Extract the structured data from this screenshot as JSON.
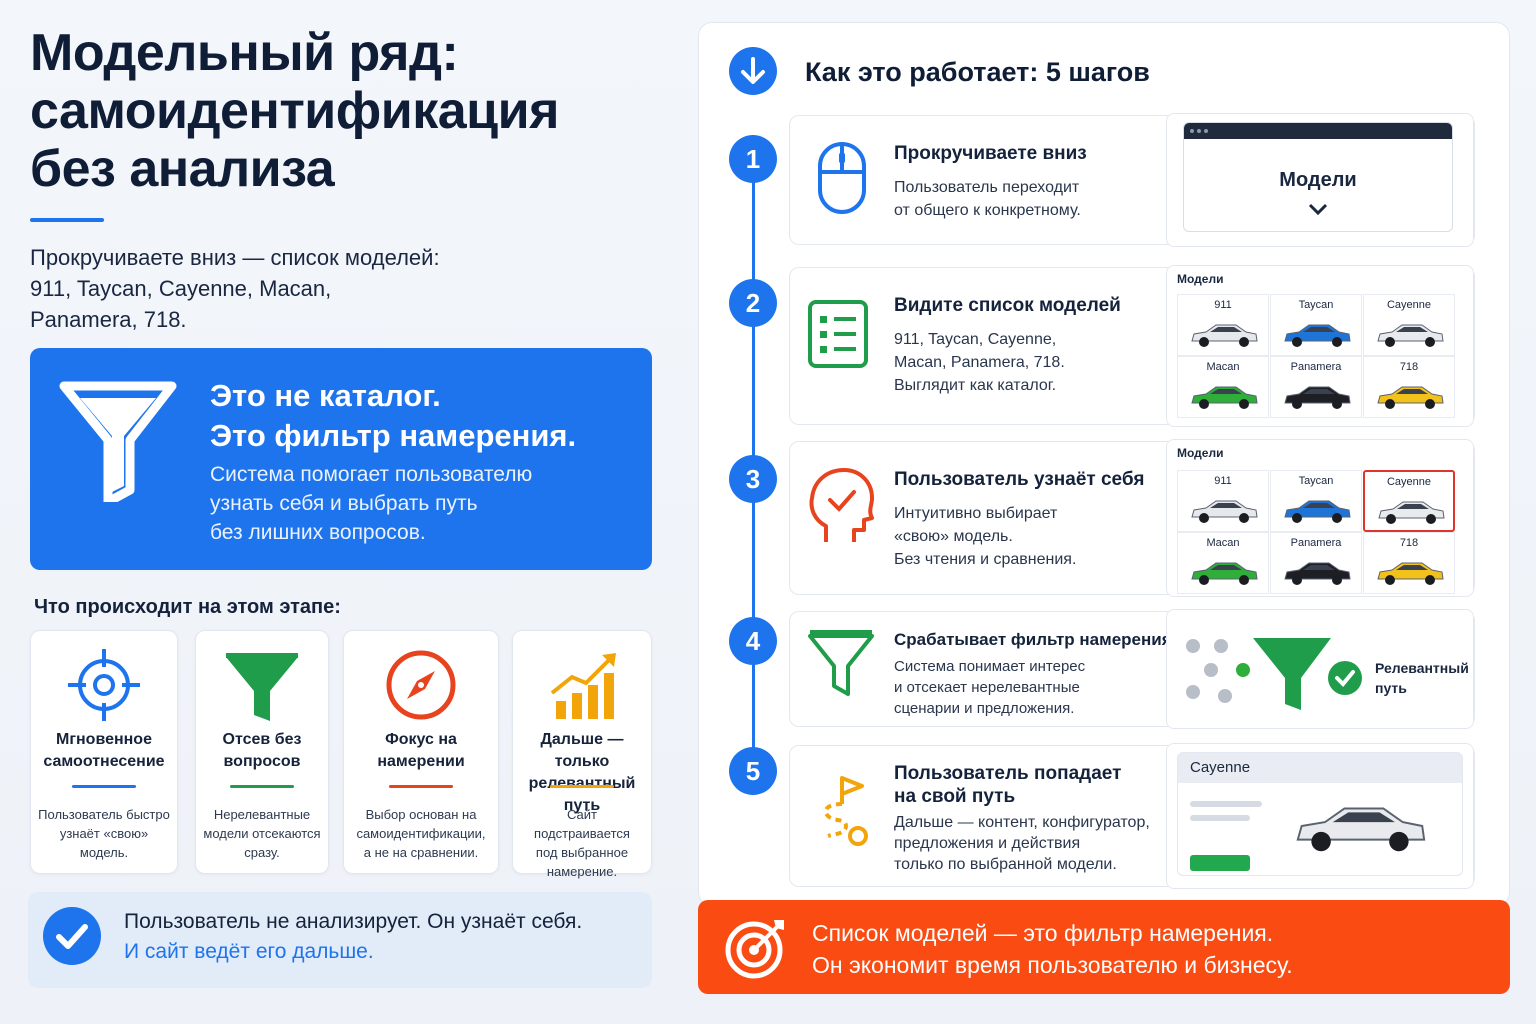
{
  "left": {
    "title_lines": [
      "Модельный ряд:",
      "самоидентификация",
      "без анализа"
    ],
    "intro_lines": [
      "Прокручиваете вниз — список моделей:",
      "911, Taycan, Cayenne, Macan,",
      "Panamera, 718."
    ],
    "highlight": {
      "heading_lines": [
        "Это не каталог.",
        "Это фильтр намерения."
      ],
      "body_lines": [
        "Система помогает пользователю",
        "узнать себя и выбрать путь",
        "без лишних вопросов."
      ]
    },
    "section_heading": "Что происходит на этом этапе:",
    "features": [
      {
        "icon": "target-icon",
        "title_lines": [
          "Мгновенное",
          "самоотнесение"
        ],
        "text_lines": [
          "Пользователь быстро",
          "узнаёт «свою» модель."
        ],
        "color": "#1e74ec"
      },
      {
        "icon": "funnel-icon",
        "title_lines": [
          "Отсев без",
          "вопросов"
        ],
        "text_lines": [
          "Нерелевантные",
          "модели отсекаются",
          "сразу."
        ],
        "color": "#1f9d4a"
      },
      {
        "icon": "compass-icon",
        "title_lines": [
          "Фокус на",
          "намерении"
        ],
        "text_lines": [
          "Выбор основан на",
          "самоидентификации,",
          "а не на сравнении."
        ],
        "color": "#e8431f"
      },
      {
        "icon": "growth-chart-icon",
        "title_lines": [
          "Дальше — только",
          "релевантный путь"
        ],
        "text_lines": [
          "Сайт подстраивается",
          "под выбранное",
          "намерение."
        ],
        "color": "#f2a50a"
      }
    ],
    "summary": {
      "line1": "Пользователь не анализирует. Он узнаёт себя.",
      "line2": "И сайт ведёт его дальше."
    }
  },
  "right": {
    "title": "Как это работает: 5 шагов",
    "steps": [
      {
        "num": "1",
        "icon": "mouse-icon",
        "title": "Прокручиваете вниз",
        "text_lines": [
          "Пользователь переходит",
          "от общего к конкретному."
        ]
      },
      {
        "num": "2",
        "icon": "list-icon",
        "title": "Видите список моделей",
        "text_lines": [
          "911, Taycan, Cayenne,",
          "Macan, Panamera, 718.",
          "Выглядит как каталог."
        ]
      },
      {
        "num": "3",
        "icon": "head-check-icon",
        "title": "Пользователь узнаёт себя",
        "text_lines": [
          "Интуитивно выбирает",
          "«свою» модель.",
          "Без чтения и сравнения."
        ]
      },
      {
        "num": "4",
        "icon": "funnel-outline-icon",
        "title": "Срабатывает фильтр намерения",
        "text_lines": [
          "Система понимает интерес",
          "и отсекает нерелевантные",
          "сценарии и предложения."
        ]
      },
      {
        "num": "5",
        "icon": "path-flag-icon",
        "title_lines": [
          "Пользователь попадает",
          "на свой путь"
        ],
        "text_lines": [
          "Дальше — контент, конфигуратор,",
          "предложения и действия",
          "только по выбранной модели."
        ]
      }
    ],
    "browser_label": "Модели",
    "grid_label": "Модели",
    "models": [
      {
        "name": "911",
        "color": "#e6e8ec"
      },
      {
        "name": "Taycan",
        "color": "#1f74d8"
      },
      {
        "name": "Cayenne",
        "color": "#e8eaee"
      },
      {
        "name": "Macan",
        "color": "#2fae3a"
      },
      {
        "name": "Panamera",
        "color": "#1d1f24"
      },
      {
        "name": "718",
        "color": "#f2c21a"
      }
    ],
    "selected_model": "Cayenne",
    "relevant_lines": [
      "Релевантный",
      "путь"
    ],
    "result_model": "Cayenne"
  },
  "footer": {
    "line1": "Список моделей — это фильтр намерения.",
    "line2": "Он экономит время пользователю и бизнесу."
  },
  "colors": {
    "accent": "#1e74ec",
    "orange": "#f94b12",
    "green": "#1f9d4a",
    "red": "#e8431f",
    "yellow": "#f2a50a"
  }
}
